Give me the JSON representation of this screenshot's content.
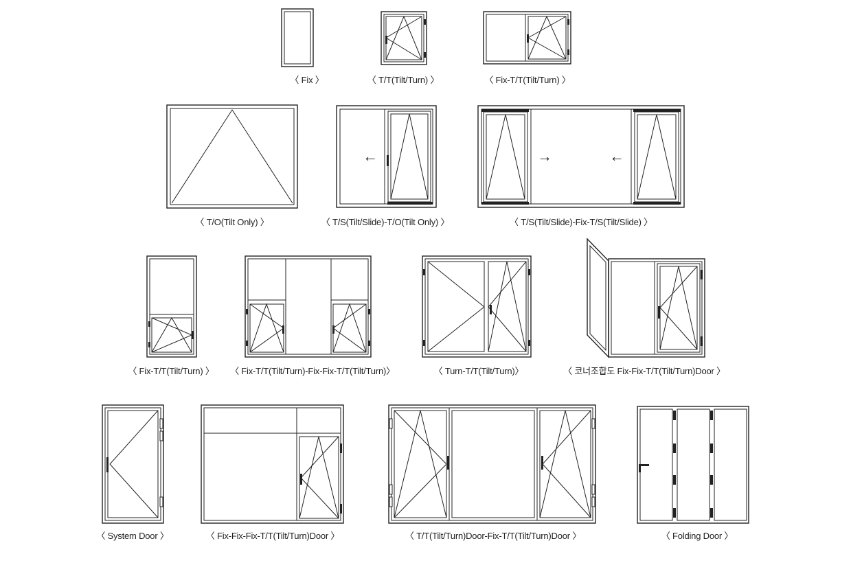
{
  "captions": {
    "fix": "〈 Fix 〉",
    "tt": "〈 T/T(Tilt/Turn) 〉",
    "fix_tt": "〈 Fix-T/T(Tilt/Turn) 〉",
    "to": "〈 T/O(Tilt Only) 〉",
    "ts_to": "〈 T/S(Tilt/Slide)-T/O(Tilt Only) 〉",
    "ts_fix_ts": "〈 T/S(Tilt/Slide)-Fix-T/S(Tilt/Slide) 〉",
    "fix_tt_vertical": "〈 Fix-T/T(Tilt/Turn) 〉",
    "fix_tt_fix_fix_tt": "〈 Fix-T/T(Tilt/Turn)-Fix-Fix-T/T(Tilt/Turn)〉",
    "turn_tt": "〈 Turn-T/T(Tilt/Turn)〉",
    "corner_door": "〈 코너조합도 Fix-Fix-T/T(Tilt/Turn)Door 〉",
    "system_door": "〈 System Door 〉",
    "fix_fix_fix_tt_door": "〈 Fix-Fix-Fix-T/T(Tilt/Turn)Door 〉",
    "tt_door_fix_tt_door": "〈 T/T(Tilt/Turn)Door-Fix-T/T(Tilt/Turn)Door 〉",
    "folding_door": "〈 Folding Door 〉"
  },
  "arrow_glyphs": {
    "left": "←",
    "right": "→"
  }
}
